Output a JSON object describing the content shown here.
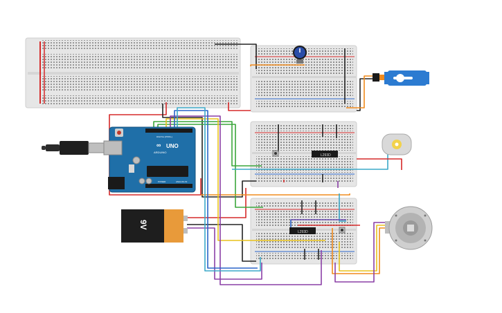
{
  "arduino": {
    "brand": "UNO",
    "logo_text": "ARDUINO",
    "power_label": "POWER",
    "analog_label": "ANALOG IN",
    "digital_label": "DIGITAL (PWM~)"
  },
  "battery": {
    "label": "9V"
  },
  "chips": {
    "chip1_label": "L293D",
    "chip2_label": "L293D"
  },
  "colors": {
    "board_blue": "#1f6fa8",
    "breadboard": "#e8e8e8",
    "rail_red": "#d62828",
    "rail_blue": "#2a64c8",
    "wire_red": "#d62828",
    "wire_black": "#222222",
    "wire_green": "#3aa63a",
    "wire_orange": "#f08a1c",
    "wire_yellow": "#e8c21a",
    "wire_purple": "#8a3fa6",
    "wire_blue": "#2a64c8",
    "wire_cyan": "#3aa8c8",
    "servo_blue": "#2c7bd1",
    "battery_orange": "#e89a3a"
  },
  "icons": {
    "usb": "usb-cable-icon",
    "potentiometer": "potentiometer-icon",
    "servo": "servo-motor-icon",
    "dc_motor": "dc-motor-icon",
    "gear_motor": "gear-motor-icon",
    "battery": "battery-9v-icon"
  }
}
